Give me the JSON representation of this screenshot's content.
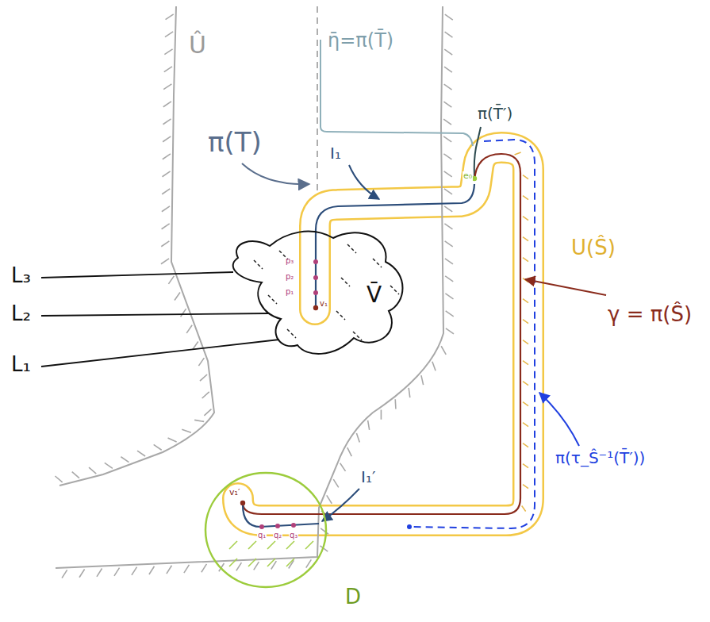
{
  "diagram": {
    "nodes": [
      {
        "text": [
          "V̄"
        ]
      },
      {
        "text": [
          "D"
        ]
      }
    ],
    "labels": [
      "Û",
      "η̄=π(T̄)",
      "π(T̄′)",
      "π(T)",
      "I₁",
      "e₀",
      "U(Ŝ)",
      "γ = π(Ŝ)",
      "π(τ_Ŝ⁻¹(T̄′))",
      "L₃",
      "L₂",
      "L₁",
      "p₃",
      "p₂",
      "p₁",
      "v₁",
      "I₁′",
      "v₁′",
      "q₁",
      "q₂",
      "q₃"
    ]
  }
}
